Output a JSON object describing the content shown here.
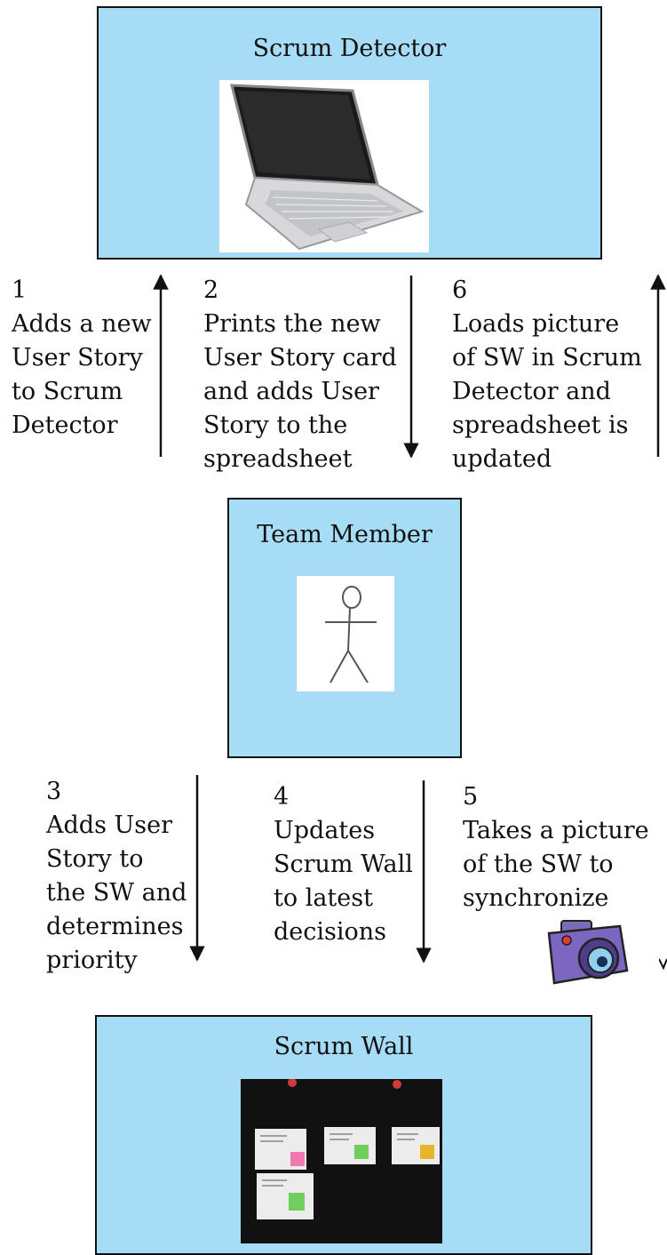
{
  "boxes": {
    "scrum_detector": {
      "title": "Scrum Detector"
    },
    "team_member": {
      "title": "Team Member"
    },
    "scrum_wall": {
      "title": "Scrum Wall"
    }
  },
  "steps": [
    {
      "number": "1",
      "lines": [
        "Adds a new",
        "User Story",
        "to Scrum",
        "Detector"
      ],
      "direction": "up"
    },
    {
      "number": "2",
      "lines": [
        "Prints the new",
        "User Story card",
        "and adds User",
        "Story to the",
        "spreadsheet"
      ],
      "direction": "down"
    },
    {
      "number": "6",
      "lines": [
        "Loads picture",
        "of SW in Scrum",
        "Detector and",
        "spreadsheet is",
        "updated"
      ],
      "direction": "up"
    },
    {
      "number": "3",
      "lines": [
        "Adds User",
        "Story to",
        "the SW and",
        "determines",
        "priority"
      ],
      "direction": "down"
    },
    {
      "number": "4",
      "lines": [
        "Updates",
        "Scrum Wall",
        "to latest",
        "decisions"
      ],
      "direction": "down"
    },
    {
      "number": "5",
      "lines": [
        "Takes a picture",
        "of the SW to",
        "synchronize"
      ],
      "direction": "none"
    }
  ],
  "icons": [
    "laptop-icon",
    "stick-figure-icon",
    "camera-icon",
    "scrum-wall-photo"
  ],
  "colors": {
    "box_fill": "#a6dcf5",
    "border": "#111111",
    "sticky_pink": "#f07ab0",
    "sticky_green": "#6fcf5a",
    "sticky_yellow": "#e7b52c"
  }
}
